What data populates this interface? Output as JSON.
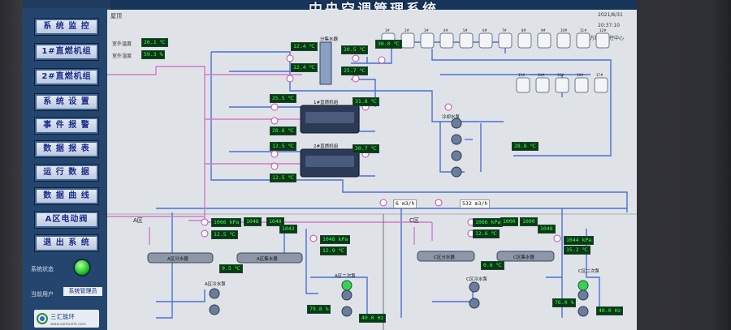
{
  "header": {
    "title": "中央空调管理系统",
    "date": "2021/8/31",
    "time": "20:37:10",
    "company": "东方勘城监控中心"
  },
  "nav": [
    "系 统 监 控",
    "1#直燃机组",
    "2#直燃机组",
    "系 统 设 置",
    "事 件 报 警",
    "数 据 报 表",
    "运 行 数 据",
    "数 据 曲 线",
    "A区电动阀",
    "退 出 系 统"
  ],
  "status": {
    "system_label": "系统状态",
    "user_label": "当前用户",
    "user_value": "系统管理员"
  },
  "logo": {
    "name": "三汇能环",
    "url": "www.sanhuinh.com"
  },
  "roof": {
    "label": "屋顶",
    "outdoor_temp_label": "室外温度",
    "outdoor_temp": "26.1 ℃",
    "outdoor_humid_label": "室外湿度",
    "outdoor_humid": "59.3 %"
  },
  "readings": {
    "cw_in": "12.4 ℃",
    "cw_out": "12.4 ℃",
    "mix_top": "20.5 ℃",
    "mix_bot": "25.7 ℃",
    "tower_in": "30.0 ℃",
    "u1_in": "25.5 ℃",
    "u1_out": "31.8 ℃",
    "u1_low": "28.6 ℃",
    "u2_in": "12.5 ℃",
    "u2_out": "30.7 ℃",
    "u2_low": "12.5 ℃",
    "cw_pump_temp": "28.8 ℃",
    "flow1": "6 m3/h",
    "flow2": "532 m3/h",
    "a_press1": "1066 kPa",
    "a_temp1": "12.5 ℃",
    "a_temp2": "9.5 ℃",
    "a_press2": "1048 kPa",
    "a_temp3": "12.9 ℃",
    "a_valve": "79.8 %",
    "a_freq": "40.0 Hz",
    "a_mid1": "1048",
    "a_mid2": "1048",
    "a_mid3": "1043",
    "c_press1": "1066 kPa",
    "c_temp1": "12.6 ℃",
    "c_temp2": "0.6 ℃",
    "c_press2": "1044 kPa",
    "c_temp3": "15.2 ℃",
    "c_valve": "76.0 %",
    "c_freq": "40.0 Hz",
    "c_mid1": "1000",
    "c_mid2": "1000",
    "c_mid3": "1048"
  },
  "equipment": {
    "unit1": "1#直燃机组",
    "unit2": "2#直燃机组",
    "cw_pump": "冷却水泵",
    "separator": "分集水器",
    "zone_a": "A区",
    "zone_c": "C区",
    "a_sep1": "A区分水器",
    "a_sep2": "A区集水器",
    "a_pump1": "A区冷水泵",
    "a_pump2": "A区二次泵",
    "c_sep1": "C区分水器",
    "c_sep2": "C区集水器",
    "c_pump1": "C区冷水泵",
    "c_pump2": "C区二次泵"
  },
  "towers_top": [
    "1#",
    "2#",
    "3#",
    "4#",
    "5#",
    "6#",
    "7#",
    "8#",
    "9#",
    "10#",
    "11#",
    "12#"
  ],
  "towers_bot": [
    "13#",
    "14#",
    "15#",
    "16#",
    "17#"
  ]
}
